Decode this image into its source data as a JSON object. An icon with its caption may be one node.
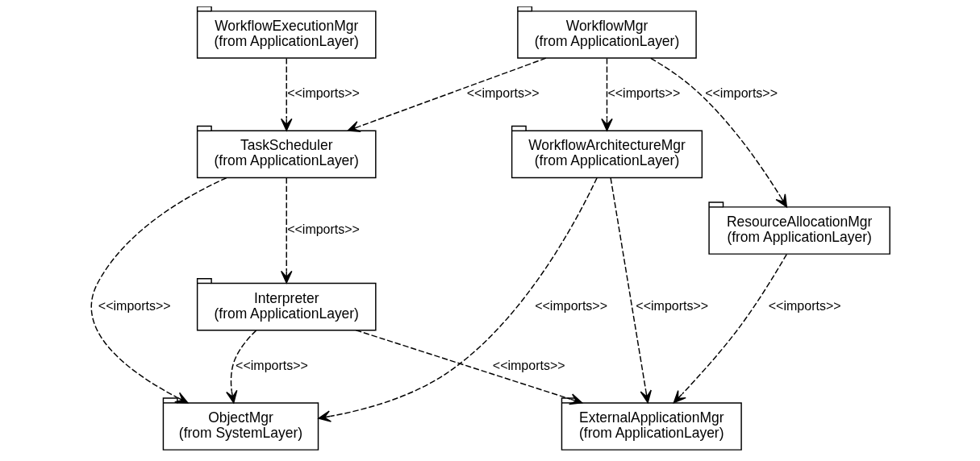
{
  "diagram": {
    "nodes": [
      {
        "text": [
          "WorkflowArchitectureMgr",
          "(from ApplicationLayer)"
        ]
      },
      {
        "text": [
          "WorkflowMgr",
          "(from ApplicationLayer)"
        ]
      },
      {
        "text": [
          "WorkflowExecutionMgr",
          "(from ApplicationLayer)"
        ]
      },
      {
        "text": [
          "TaskScheduler",
          "(from ApplicationLayer)"
        ]
      },
      {
        "text": [
          "Interpreter",
          "(from ApplicationLayer)"
        ]
      },
      {
        "text": [
          "ResourceAllocationMgr",
          "(from ApplicationLayer)"
        ]
      },
      {
        "text": [
          "ExternalApplicationMgr",
          "(from ApplicationLayer)"
        ]
      },
      {
        "text": [
          "ObjectMgr",
          "(from SystemLayer)"
        ]
      }
    ],
    "edges": [
      {
        "from": 1,
        "to": 0,
        "arrow": "to",
        "label": "<<imports>>",
        "style": "dashed"
      },
      {
        "from": 0,
        "to": 7,
        "arrow": "to",
        "label": "<<imports>>",
        "style": "dashed"
      },
      {
        "from": 1,
        "to": 3,
        "arrow": "to",
        "label": "<<imports>>",
        "style": "dashed"
      },
      {
        "from": 1,
        "to": 5,
        "arrow": "to",
        "label": "<<imports>>",
        "style": "dashed"
      },
      {
        "from": 2,
        "to": 3,
        "arrow": "to",
        "label": "<<imports>>",
        "style": "dashed"
      },
      {
        "from": 0,
        "to": 6,
        "arrow": "to",
        "label": "<<imports>>",
        "style": "dashed"
      },
      {
        "from": 3,
        "to": 4,
        "arrow": "to",
        "label": "<<imports>>",
        "style": "dashed"
      },
      {
        "from": 3,
        "to": 7,
        "arrow": "to",
        "label": "<<imports>>",
        "style": "dashed"
      },
      {
        "from": 4,
        "to": 7,
        "arrow": "to",
        "label": "<<imports>>",
        "style": "dashed"
      },
      {
        "from": 5,
        "to": 6,
        "arrow": "to",
        "label": "<<imports>>",
        "style": "dashed"
      },
      {
        "from": 4,
        "to": 6,
        "arrow": "to",
        "label": "<<imports>>",
        "style": "dashed"
      }
    ]
  }
}
